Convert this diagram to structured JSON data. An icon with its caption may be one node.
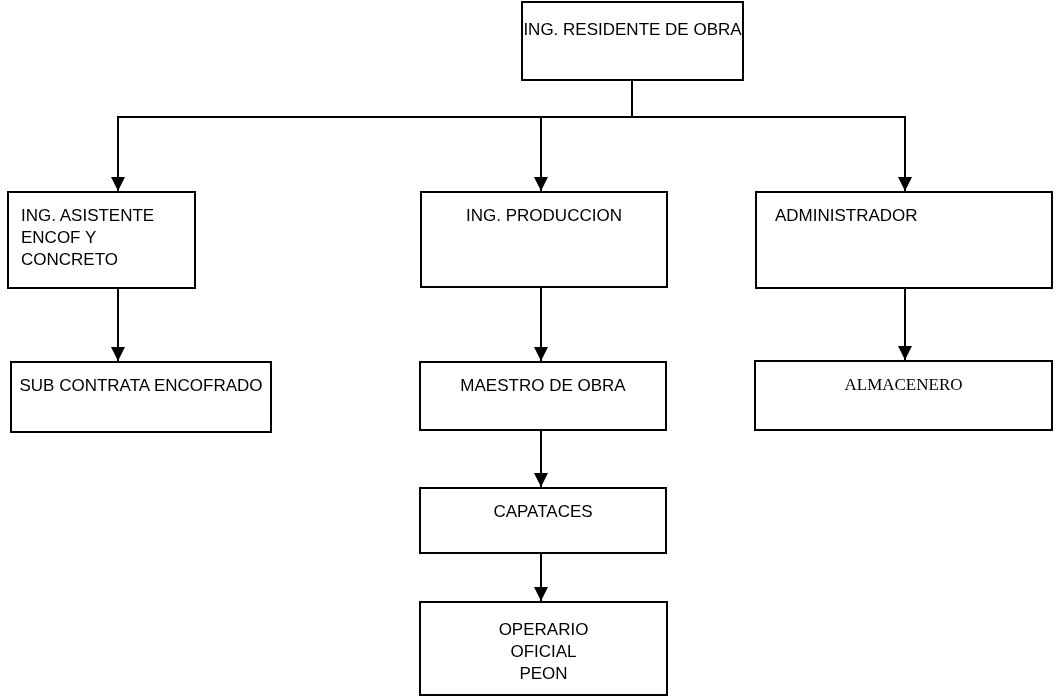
{
  "diagram": {
    "nodes": [
      {
        "text": [
          "ING. RESIDENTE DE OBRA"
        ]
      },
      {
        "text": [
          "ING. ASISTENTE ENCOF Y CONCRETO"
        ]
      },
      {
        "text": [
          "ING. PRODUCCION"
        ]
      },
      {
        "text": [
          "ADMINISTRADOR"
        ]
      },
      {
        "text": [
          "SUB CONTRATA ENCOFRADO"
        ]
      },
      {
        "text": [
          "MAESTRO DE OBRA"
        ]
      },
      {
        "text": [
          "ALMACENERO"
        ]
      },
      {
        "text": [
          "CAPATACES"
        ]
      },
      {
        "text": [
          "OPERARIO OFICIAL PEON"
        ]
      }
    ],
    "edges": [
      {
        "from": 0,
        "to": 1,
        "arrow": "to"
      },
      {
        "from": 0,
        "to": 2,
        "arrow": "to"
      },
      {
        "from": 0,
        "to": 3,
        "arrow": "to"
      },
      {
        "from": 1,
        "to": 4,
        "arrow": "to"
      },
      {
        "from": 2,
        "to": 5,
        "arrow": "to"
      },
      {
        "from": 3,
        "to": 6,
        "arrow": "to"
      },
      {
        "from": 5,
        "to": 7,
        "arrow": "to"
      },
      {
        "from": 7,
        "to": 8,
        "arrow": "to"
      }
    ]
  }
}
